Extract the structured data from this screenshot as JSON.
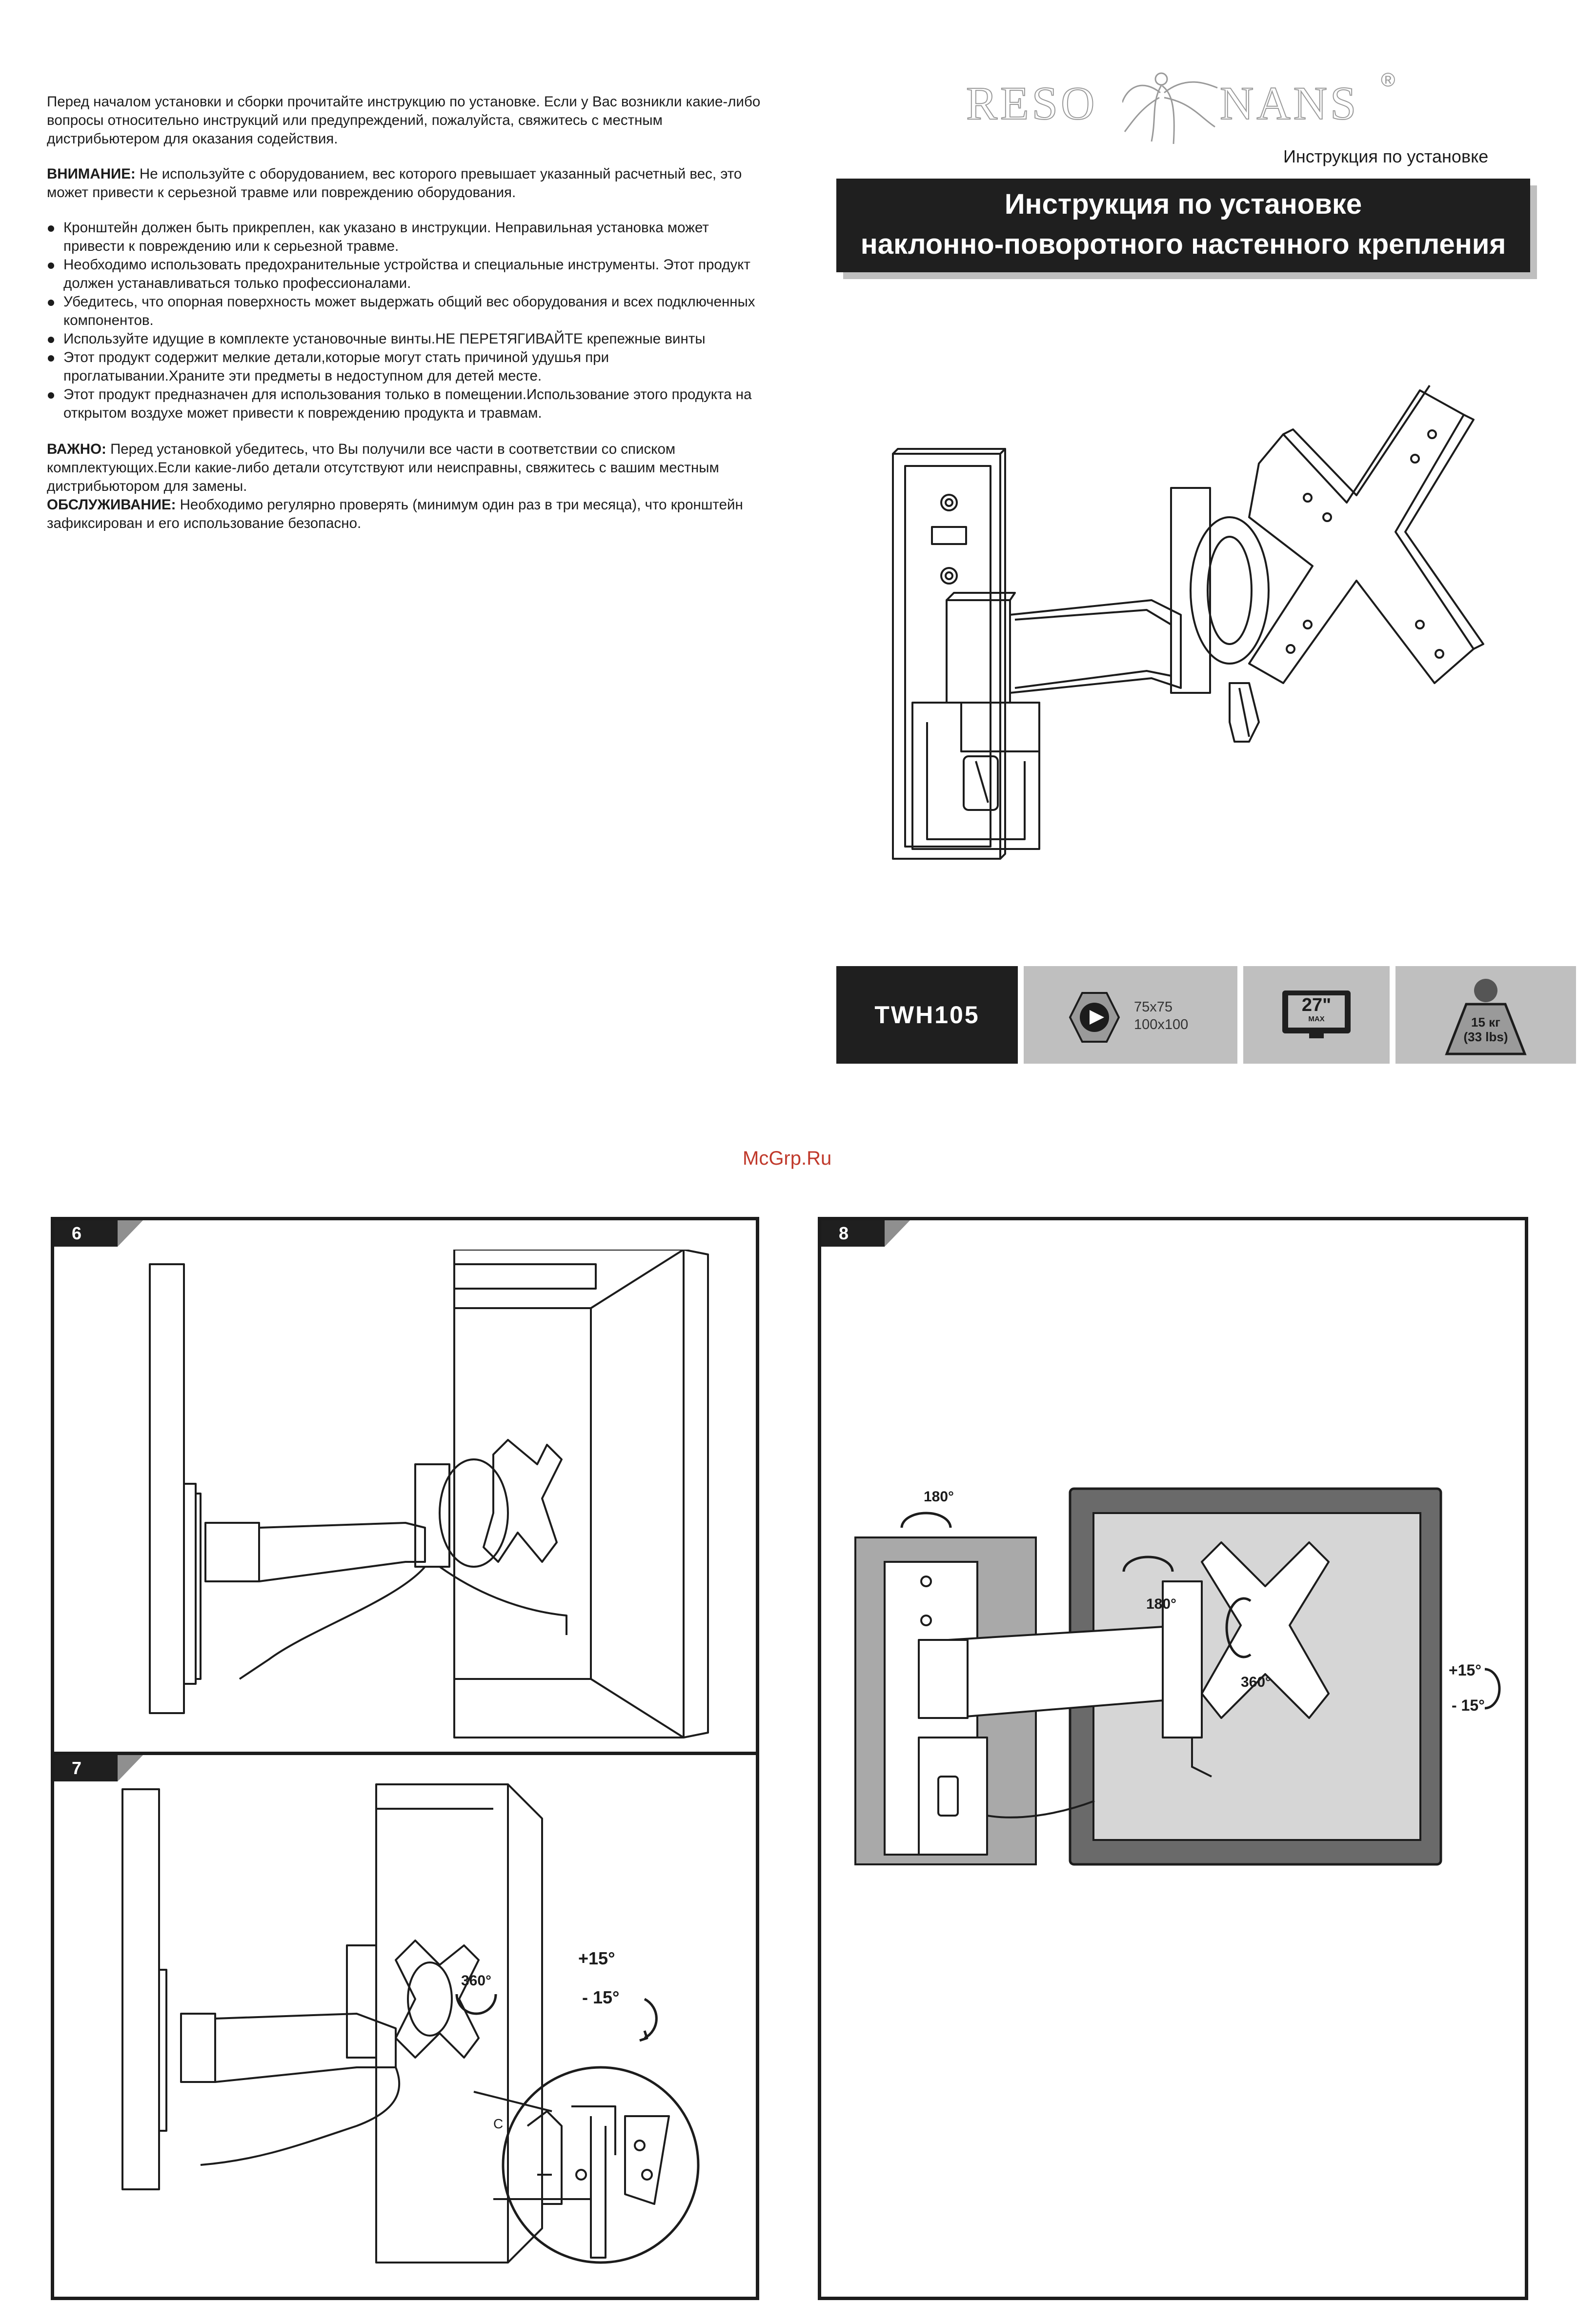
{
  "intro": {
    "p1": "Перед началом установки и сборки прочитайте инструкцию по установке. Если у Вас возникли какие-либо вопросы относительно инструкций или предупреждений, пожалуйста, свяжитесь с местным дистрибьютером для оказания содействия.",
    "attention_label": "ВНИМАНИЕ:",
    "attention_text": " Не используйте с оборудованием, вес которого превышает указанный расчетный вес, это может привести к серьезной травме или повреждению оборудования.",
    "bullets": [
      "Кронштейн должен быть прикреплен, как указано в инструкции. Неправильная установка может привести к повреждению или к серьезной травме.",
      "Необходимо использовать предохранительные устройства и специальные инструменты. Этот продукт должен устанавливаться только профессионалами.",
      "Убедитесь, что опорная поверхность может выдержать общий вес оборудования и всех подключенных компонентов.",
      "Используйте идущие в комплекте установочные винты.НЕ ПЕРЕТЯГИВАЙТЕ крепежные винты",
      "Этот продукт содержит мелкие детали,которые могут стать причиной удушья при проглатывании.Храните эти предметы в недоступном для детей месте.",
      "Этот продукт предназначен для использования только в помещении.Использование этого продукта на открытом воздухе может привести к повреждению продукта и травмам."
    ],
    "important_label": "ВАЖНО:",
    "important_text": " Перед установкой убедитесь, что Вы получили все части в соответствии со списком комплектующих.Если какие-либо детали отсутствуют или неисправны, свяжитесь с вашим местным дистрибьютором для замены.",
    "service_label": "ОБСЛУЖИВАНИЕ:",
    "service_text": " Необходимо регулярно проверять (минимум один раз в три месяца), что кронштейн зафиксирован и его использование безопасно."
  },
  "logo": {
    "left": "RESO",
    "right": "NANS",
    "mark": "®"
  },
  "header": {
    "subtitle": "Инструкция по установке",
    "title_line1": "Инструкция по установке",
    "title_line2": "наклонно-поворотного настенного крепления"
  },
  "specs": {
    "model": "TWH105",
    "vesa_1": "75x75",
    "vesa_2": "100x100",
    "screen_size": "27\"",
    "screen_max": "MAX",
    "weight_kg": "15 кг",
    "weight_lbs": "(33 lbs)"
  },
  "watermark": "McGrp.Ru",
  "steps": {
    "six": "6",
    "seven": "7",
    "eight": "8"
  },
  "labels": {
    "tilt_up": "+15°",
    "tilt_down": "- 15°",
    "rotate_360": "360°",
    "swivel_180": "180°",
    "part_c": "C"
  },
  "colors": {
    "dark": "#1f1f1f",
    "grey_box": "#bfbfbf",
    "watermark": "#c0392b"
  }
}
